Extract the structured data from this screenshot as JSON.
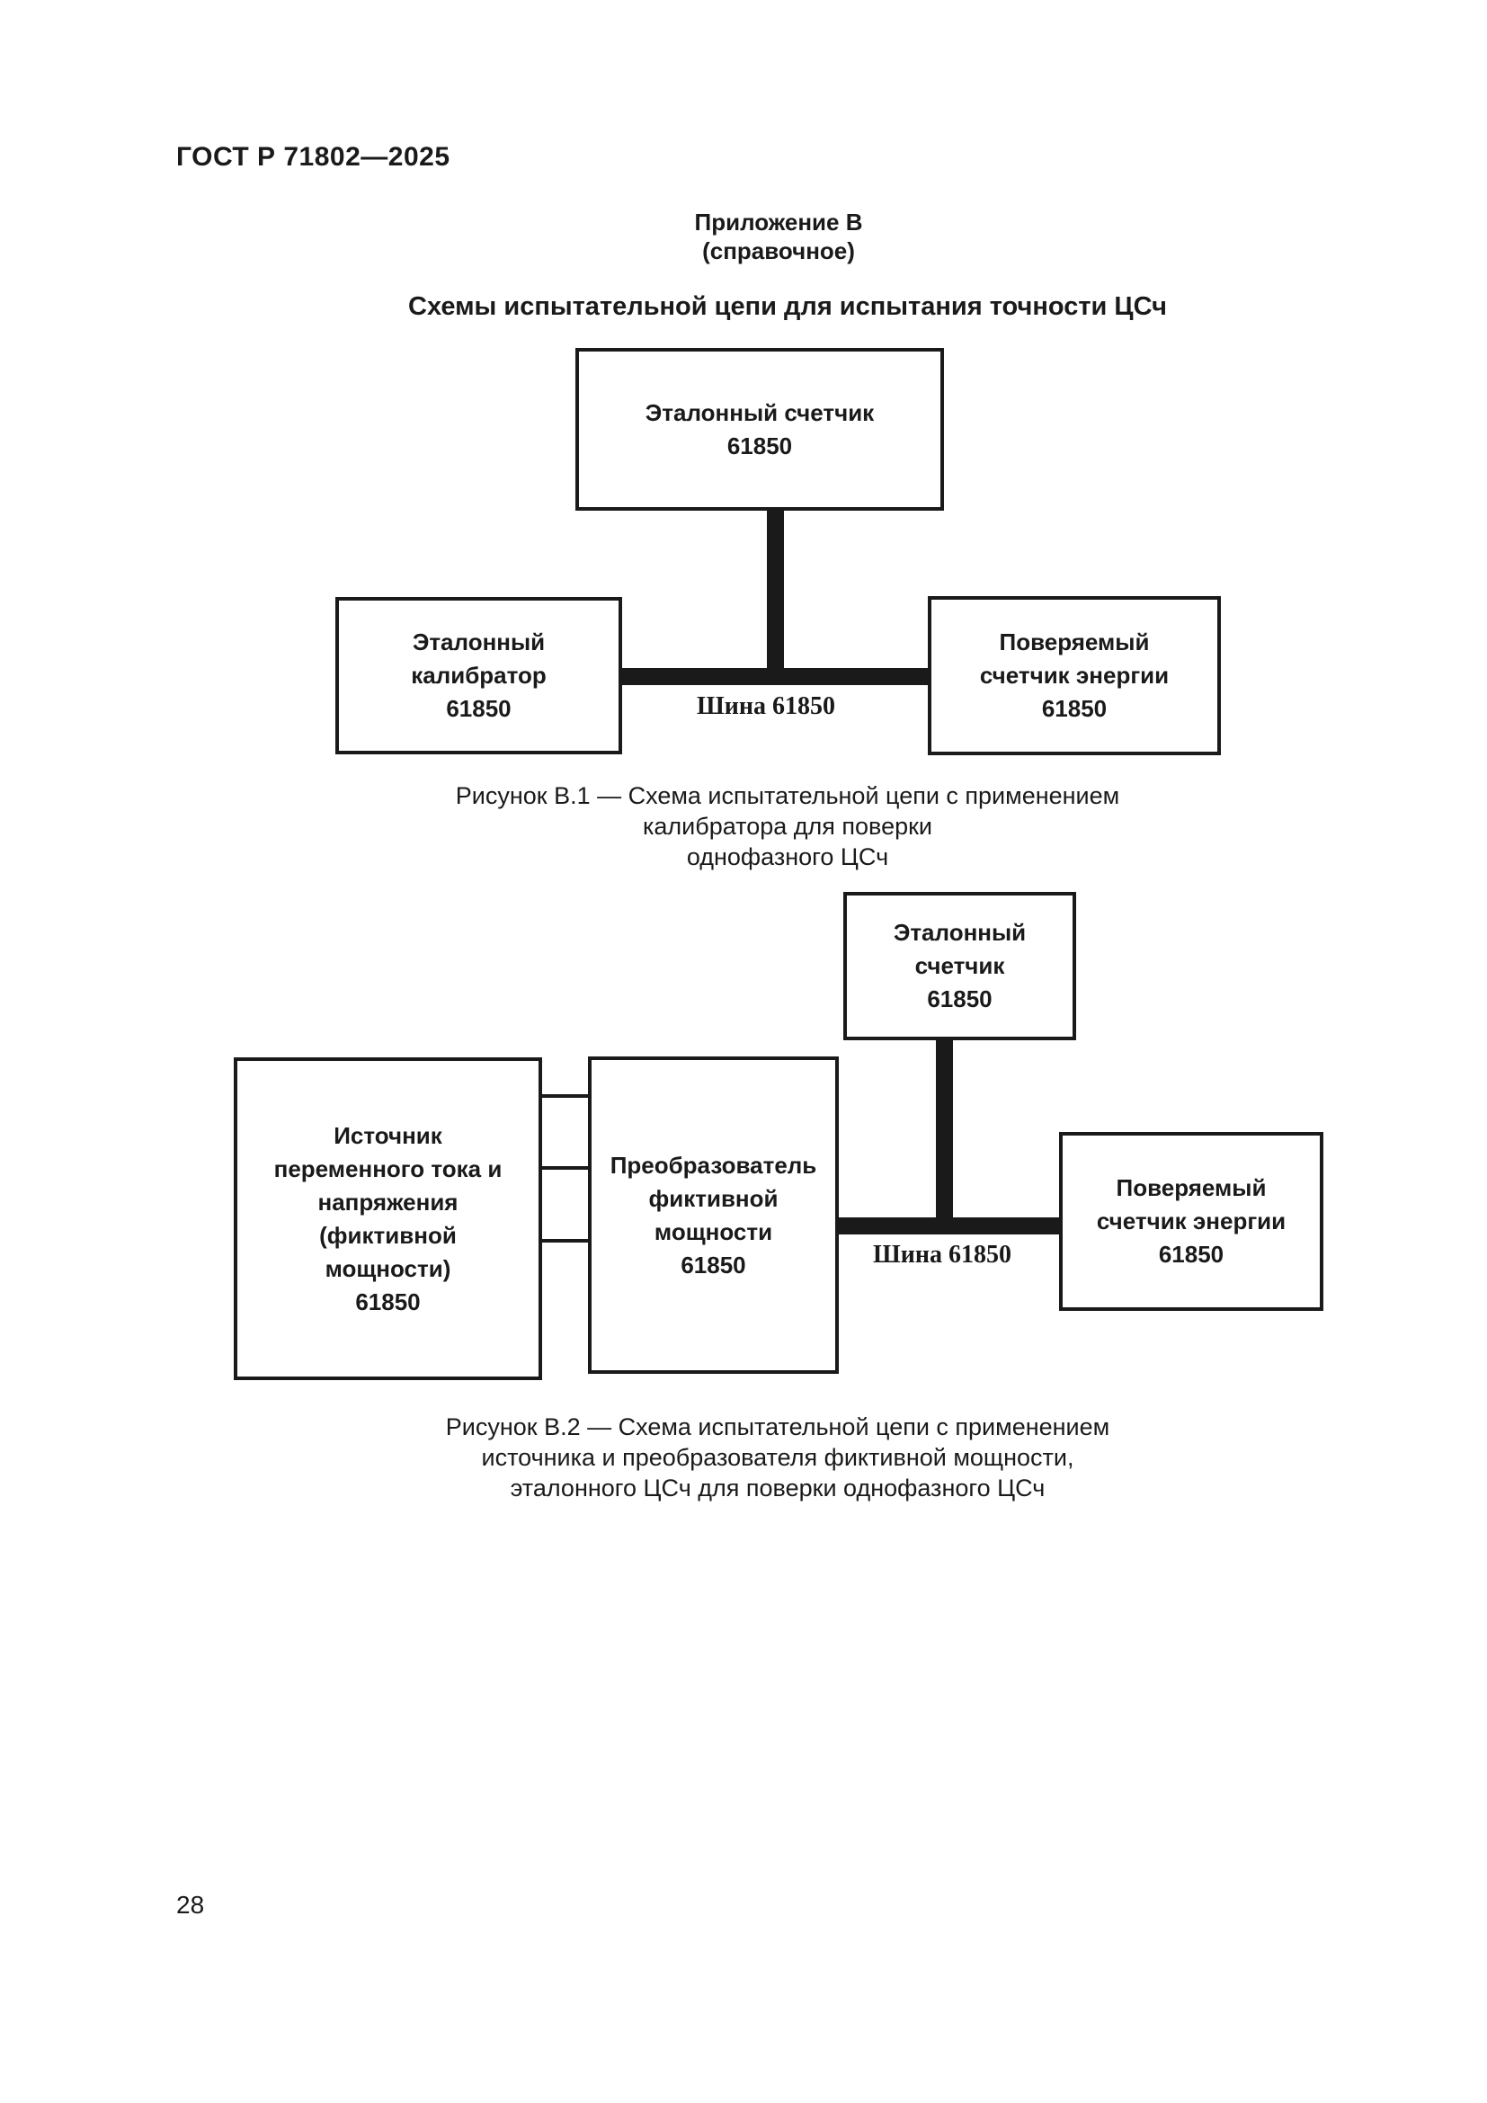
{
  "page": {
    "header": "ГОСТ Р 71802—2025",
    "page_number": "28"
  },
  "appendix": {
    "label": "Приложение В",
    "type": "(справочное)",
    "title": "Схемы испытательной цепи для испытания точности ЦСч"
  },
  "figure_b1": {
    "boxes": {
      "reference_meter": "Эталонный счетчик\n61850",
      "reference_calibrator": "Эталонный\nкалибратор\n61850",
      "meter_under_test": "Поверяемый\nсчетчик энергии\n61850"
    },
    "bus_label": "Шина 61850",
    "caption": "Рисунок В.1 — Схема испытательной цепи с применением калибратора для поверки\nоднофазного ЦСч"
  },
  "figure_b2": {
    "boxes": {
      "reference_meter": "Эталонный\nсчетчик\n61850",
      "source": "Источник\nпеременного тока и\nнапряжения\n(фиктивной\nмощности)\n61850",
      "converter": "Преобразователь\nфиктивной\nмощности\n61850",
      "meter_under_test": "Поверяемый\nсчетчик энергии\n61850"
    },
    "bus_label": "Шина 61850",
    "caption": "Рисунок В.2 — Схема испытательной цепи с применением источника и преобразователя фиктивной мощности,\nэталонного ЦСч для поверки однофазного ЦСч"
  },
  "colors": {
    "ink": "#1a1a1a",
    "paper": "#ffffff"
  }
}
